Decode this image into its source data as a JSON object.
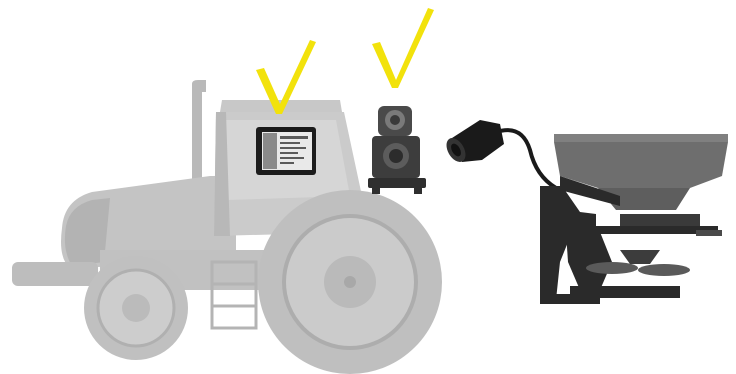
{
  "colors": {
    "background": "#ffffff",
    "tractor": "#c4c4c4",
    "tractor_shade": "#a9a9a9",
    "tire": "#b7b7b7",
    "cab_glass": "#d3d3d3",
    "terminal_bezel": "#1c1c1c",
    "terminal_screen": "#e9e9e9",
    "connector": "#3d3d3d",
    "plug": "#1a1a1a",
    "spreader_hopper": "#6e6e6e",
    "spreader_frame": "#2a2a2a",
    "check_mark": "#f2e20c"
  },
  "icons": {
    "terminal": "terminal-display-icon",
    "connector": "socket-connector-icon",
    "plug": "cable-plug-icon",
    "check": "check-mark-icon"
  },
  "checks": [
    {
      "target": "terminal",
      "state": "confirmed"
    },
    {
      "target": "connector",
      "state": "confirmed"
    }
  ]
}
